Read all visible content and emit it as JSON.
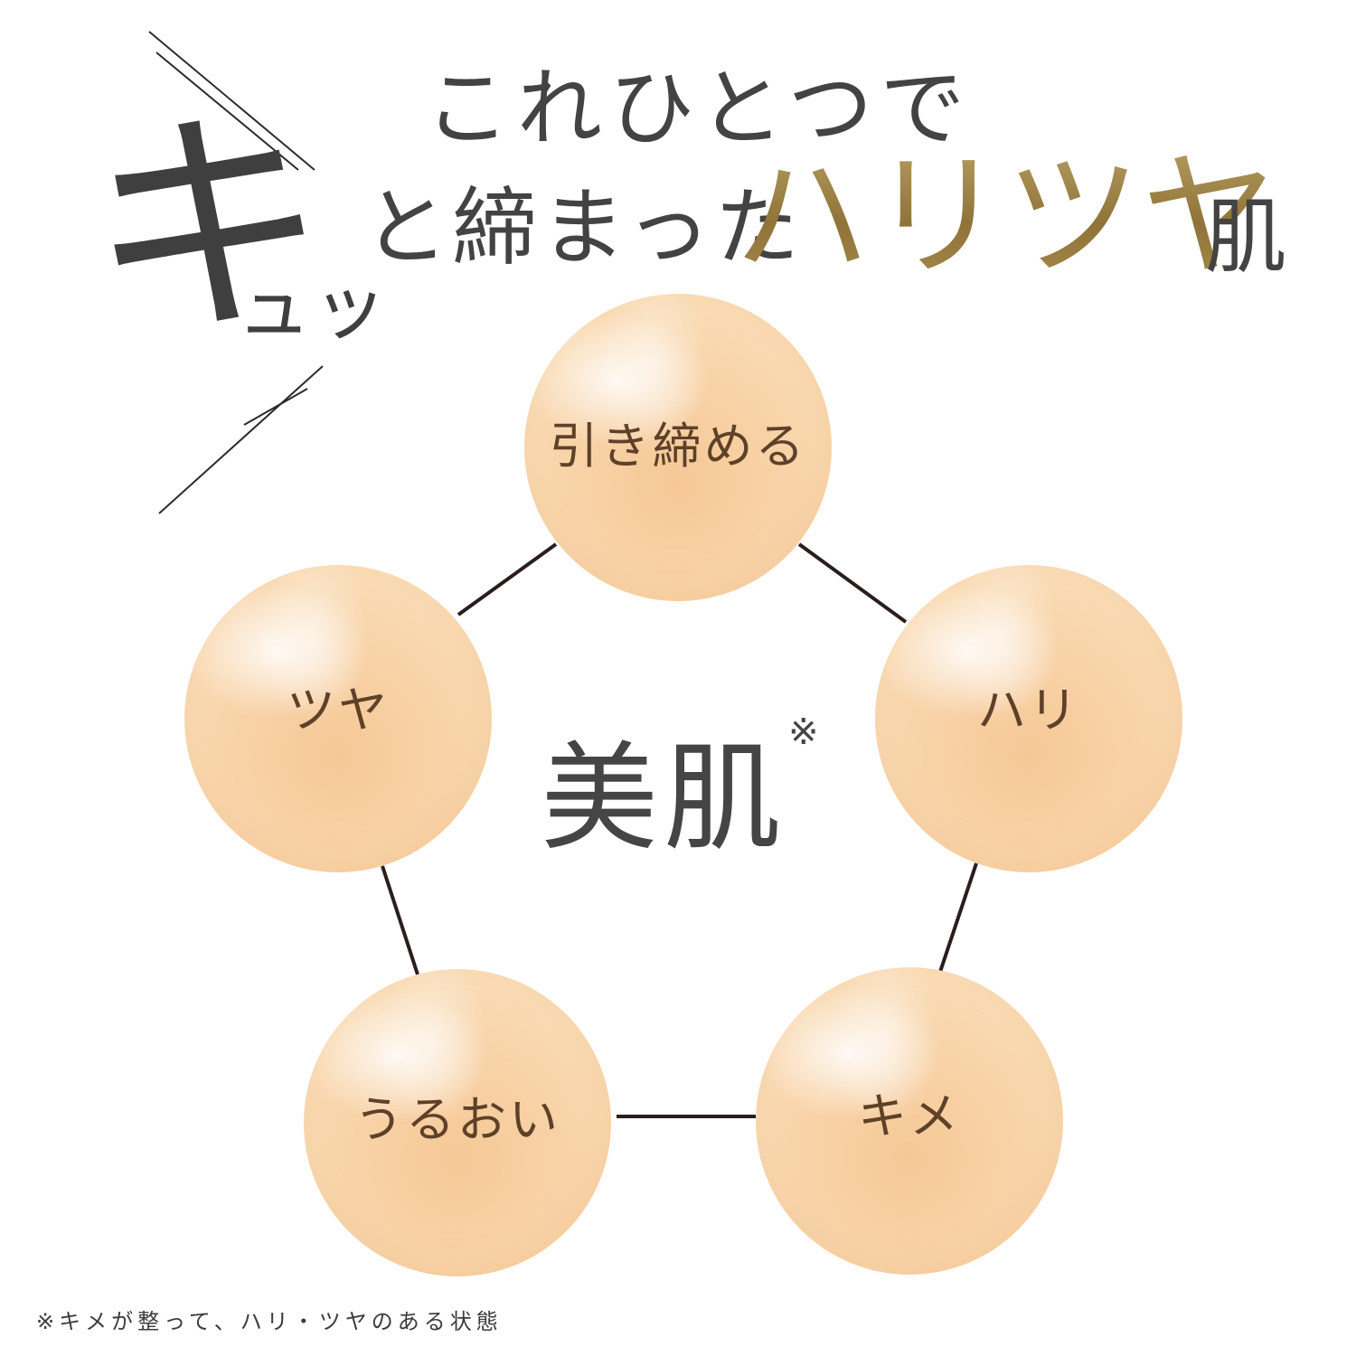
{
  "headline": {
    "big_char": "キ",
    "small_chars": "ュッ",
    "line1": "これひとつで",
    "line2_plain": "と締まった",
    "line2_accent": "ハリツヤ",
    "line2_tail": "肌"
  },
  "center": {
    "title": "美肌",
    "mark": "※"
  },
  "circles": [
    {
      "label": "引き締める"
    },
    {
      "label": "ハリ"
    },
    {
      "label": "キメ"
    },
    {
      "label": "うるおい"
    },
    {
      "label": "ツヤ"
    }
  ],
  "footnote": "※キメが整って、ハリ・ツヤのある状態",
  "colors": {
    "text_dark": "#434343",
    "accent_gold": "#9a8247",
    "circle_label": "#5e4128",
    "connector_line": "#2a1e1c",
    "circle_fill": "#f8d3a8"
  }
}
